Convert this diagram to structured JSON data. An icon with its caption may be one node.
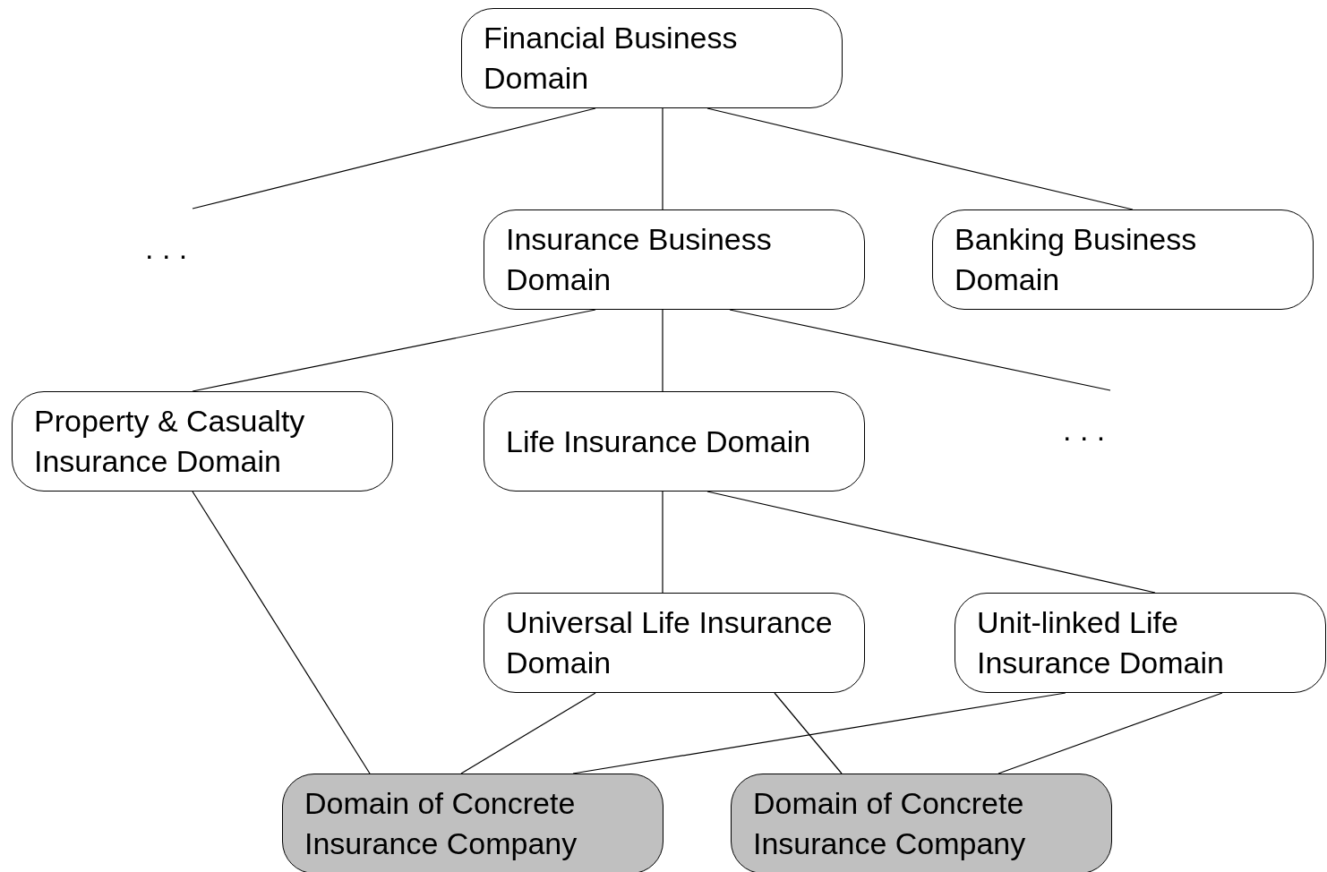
{
  "diagram": {
    "nodes": [
      {
        "text": [
          "Financial Business Domain"
        ]
      },
      {
        "text": [
          ". . ."
        ]
      },
      {
        "text": [
          "Insurance Business Domain"
        ]
      },
      {
        "text": [
          "Banking Business Domain"
        ]
      },
      {
        "text": [
          "Property & Casualty Insurance Domain"
        ]
      },
      {
        "text": [
          "Life Insurance Domain"
        ]
      },
      {
        "text": [
          ". . ."
        ]
      },
      {
        "text": [
          "Universal Life Insurance Domain"
        ]
      },
      {
        "text": [
          "Unit-linked Life Insurance Domain"
        ]
      },
      {
        "text": [
          "Domain of Concrete Insurance Company"
        ]
      },
      {
        "text": [
          "Domain of Concrete Insurance Company"
        ]
      }
    ],
    "edges": [
      {
        "from": 0,
        "to": 1,
        "arrow": "none"
      },
      {
        "from": 0,
        "to": 2,
        "arrow": "none"
      },
      {
        "from": 0,
        "to": 3,
        "arrow": "none"
      },
      {
        "from": 2,
        "to": 4,
        "arrow": "none"
      },
      {
        "from": 2,
        "to": 5,
        "arrow": "none"
      },
      {
        "from": 2,
        "to": 6,
        "arrow": "none"
      },
      {
        "from": 5,
        "to": 7,
        "arrow": "none"
      },
      {
        "from": 5,
        "to": 8,
        "arrow": "none"
      },
      {
        "from": 4,
        "to": 9,
        "arrow": "none"
      },
      {
        "from": 7,
        "to": 9,
        "arrow": "none"
      },
      {
        "from": 7,
        "to": 10,
        "arrow": "none"
      },
      {
        "from": 8,
        "to": 9,
        "arrow": "none"
      },
      {
        "from": 8,
        "to": 10,
        "arrow": "none"
      }
    ]
  }
}
